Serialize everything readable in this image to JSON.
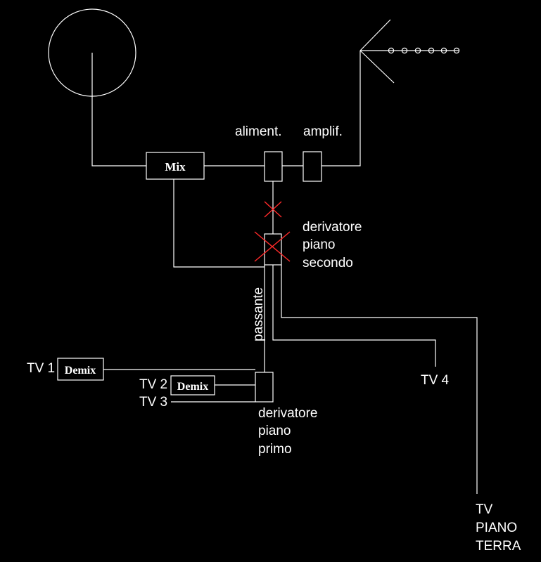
{
  "components": {
    "mix_label": "Mix",
    "demix_1_label": "Demix",
    "demix_2_label": "Demix"
  },
  "labels": {
    "aliment": "aliment.",
    "amplif": "amplif.",
    "derivatore_secondo": [
      "derivatore",
      "piano",
      "secondo"
    ],
    "passante": "passante",
    "derivatore_primo": [
      "derivatore",
      "piano",
      "primo"
    ],
    "tv1": "TV 1",
    "tv2": "TV 2",
    "tv3": "TV 3",
    "tv4": "TV 4",
    "tv_piano_terra": [
      "TV",
      "PIANO",
      "TERRA"
    ]
  },
  "colors": {
    "background": "#000000",
    "lines": "#ffffff",
    "marker_x": "#ff2a2a"
  }
}
